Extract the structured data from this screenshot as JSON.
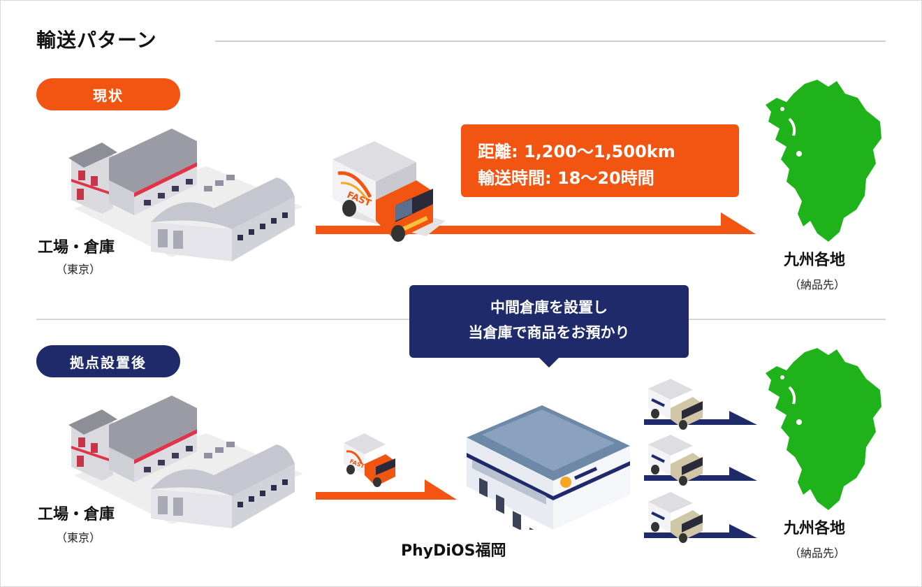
{
  "title": "輸送パターン",
  "current": {
    "badge": "現状",
    "origin": {
      "name": "工場・倉庫",
      "sub": "（東京）"
    },
    "callout": {
      "line1": "距離: 1,200〜1,500km",
      "line2": "輸送時間: 18〜20時間"
    },
    "destination": {
      "name": "九州各地",
      "sub": "（納品先）"
    },
    "truck_logo": "FAST"
  },
  "after": {
    "badge": "拠点設置後",
    "origin": {
      "name": "工場・倉庫",
      "sub": "（東京）"
    },
    "callout": {
      "line1": "中間倉庫を設置し",
      "line2": "当倉庫で商品をお預かり"
    },
    "hub": {
      "name": "PhyDiOS福岡"
    },
    "destination": {
      "name": "九州各地",
      "sub": "（納品先）"
    },
    "truck_logo": "FAST"
  },
  "colors": {
    "orange": "#f25511",
    "navy": "#1f2a6b",
    "green": "#1fb21a"
  }
}
